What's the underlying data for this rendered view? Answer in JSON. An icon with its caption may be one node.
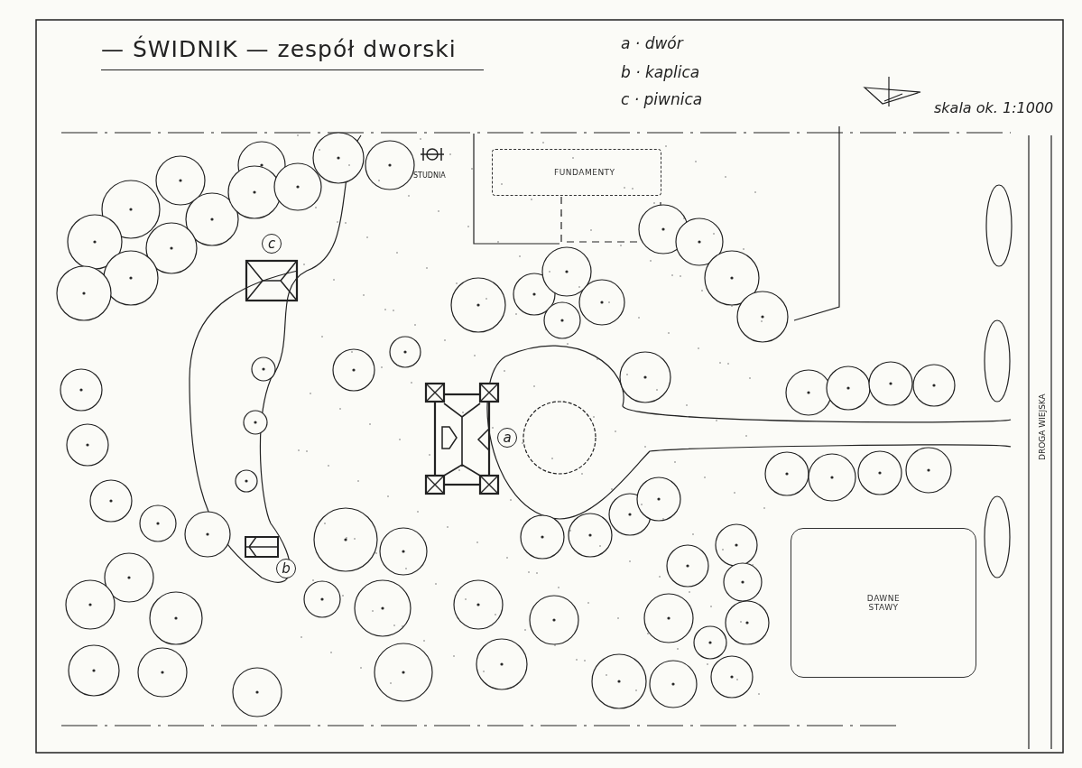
{
  "diagram": {
    "title": "— ŚWIDNIK — zespół dworski",
    "nodes": [
      {
        "text": [
          "a"
        ]
      },
      {
        "text": [
          "b"
        ]
      },
      {
        "text": [
          "c"
        ]
      },
      {
        "text": [
          "FUNDAMENTY"
        ]
      },
      {
        "text": [
          "DAWNE STAWY"
        ]
      }
    ],
    "edges": [],
    "labels": [
      "a · dwór",
      "b · kaplica",
      "c · piwnica",
      "skala ok. 1:1000",
      "STUDNIA",
      "DROGA WIEJSKA"
    ]
  }
}
